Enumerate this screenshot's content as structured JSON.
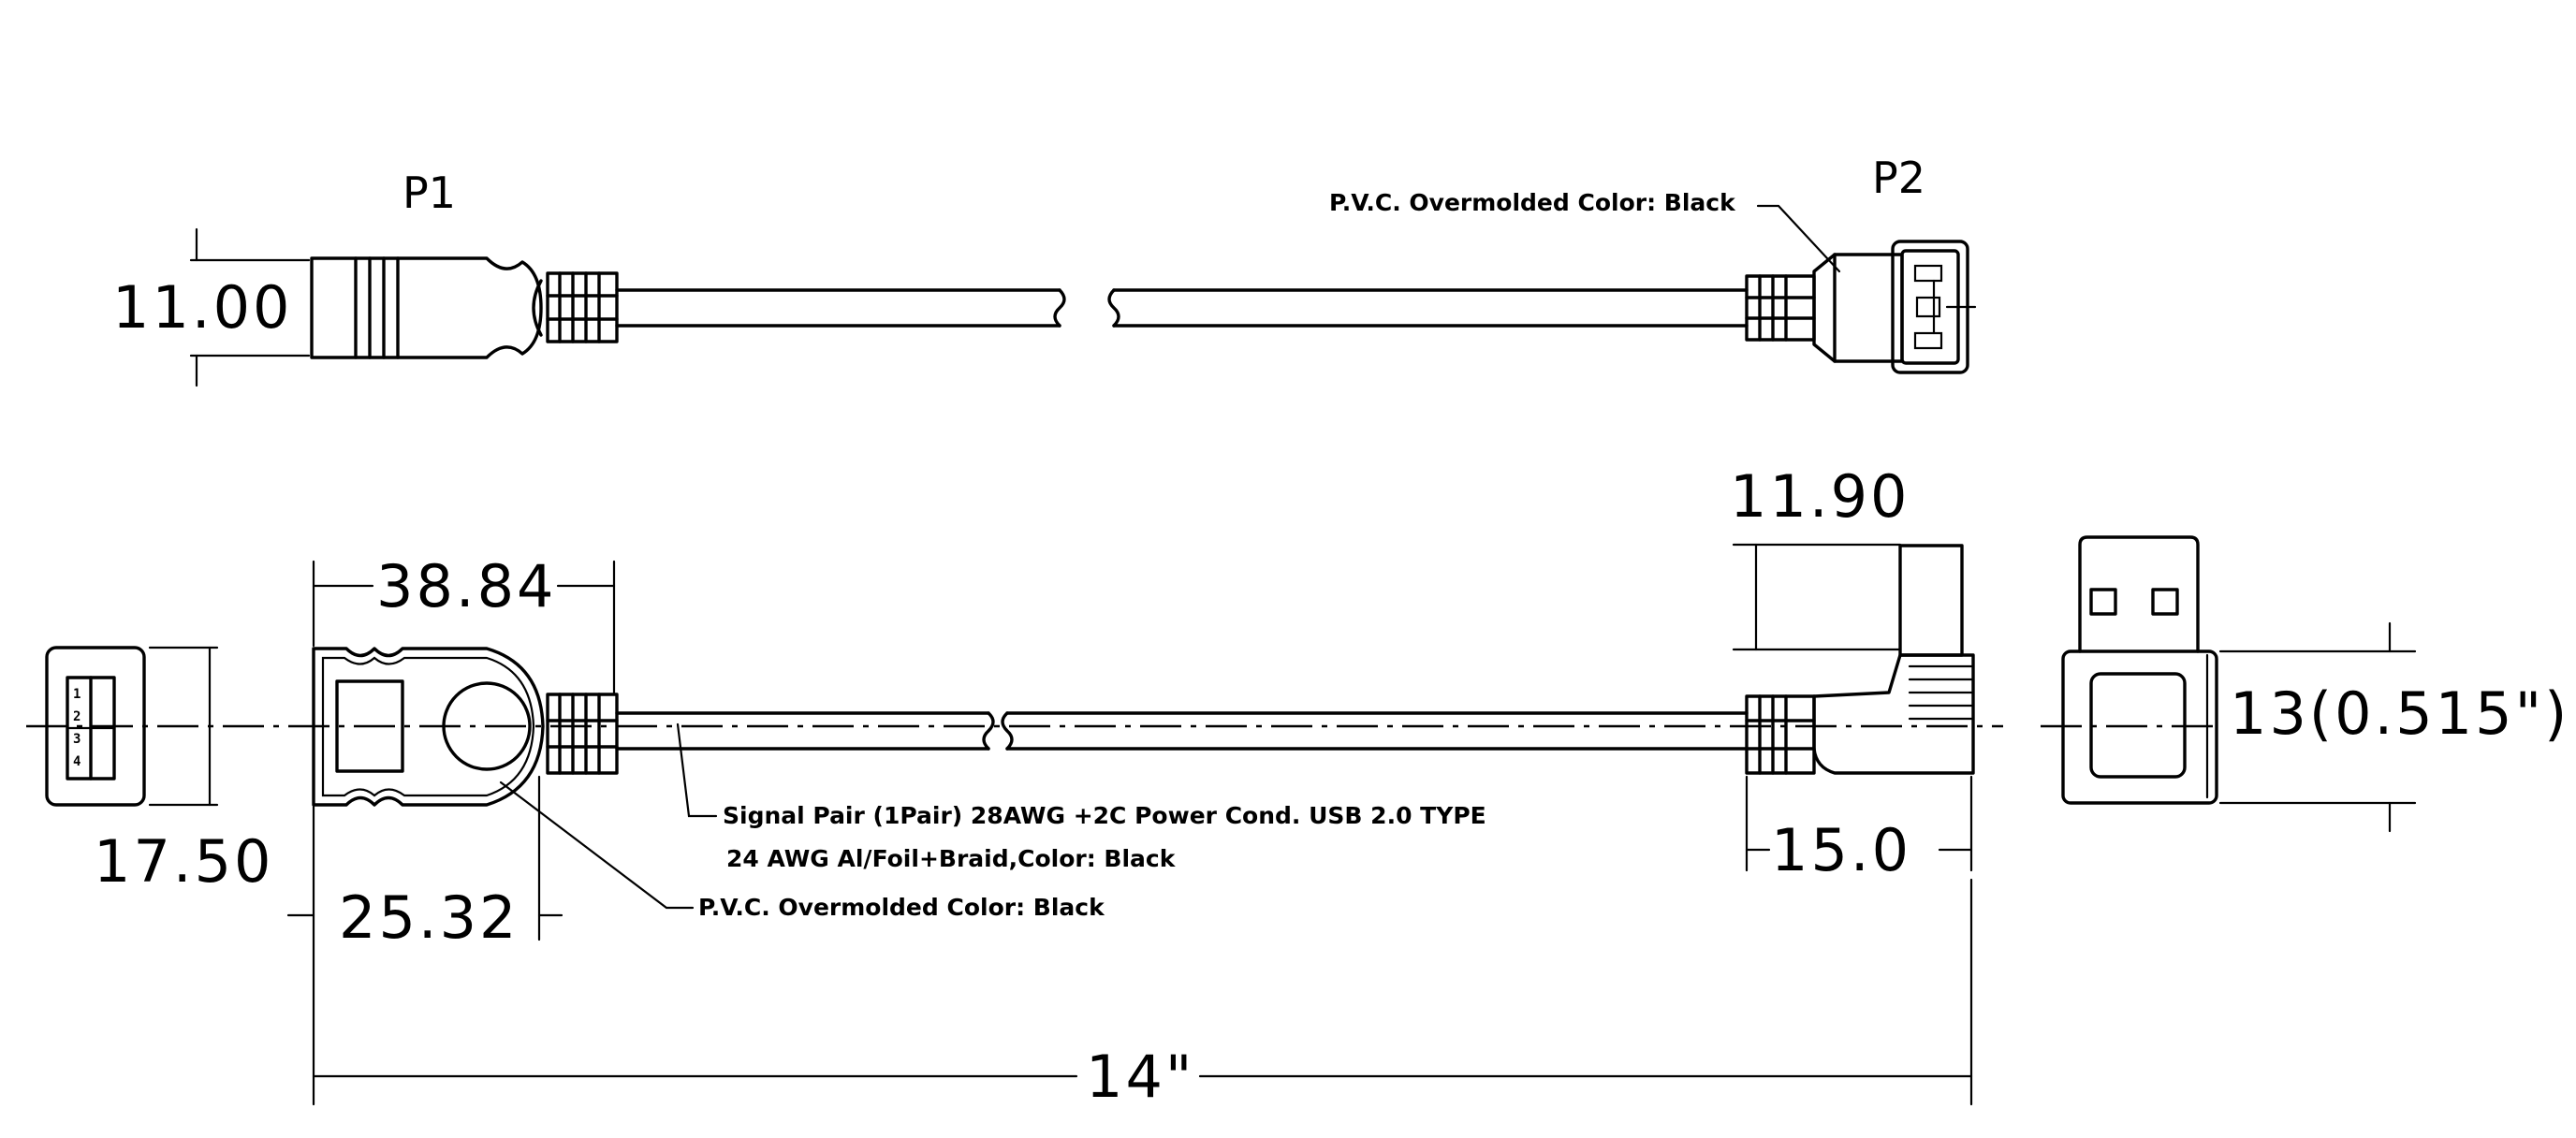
{
  "connectors": {
    "p1_label": "P1",
    "p2_label": "P2"
  },
  "dimensions": {
    "p1_height": "11.00",
    "p1_body_length": "38.84",
    "p1_width": "17.50",
    "p1_molded_length": "25.32",
    "p2_height": "11.90",
    "p2_offset": "15.0",
    "p2_thickness": "13(0.515\")",
    "overall_length": "14\""
  },
  "notes": {
    "top_overmold": "P.V.C. Overmolded Color: Black",
    "cable_line1": "Signal Pair (1Pair) 28AWG +2C Power Cond. USB 2.0 TYPE",
    "cable_line2": "24 AWG Al/Foil+Braid,Color: Black",
    "bottom_overmold": "P.V.C. Overmolded Color: Black"
  },
  "pins": [
    "1",
    "2",
    "3",
    "4"
  ]
}
